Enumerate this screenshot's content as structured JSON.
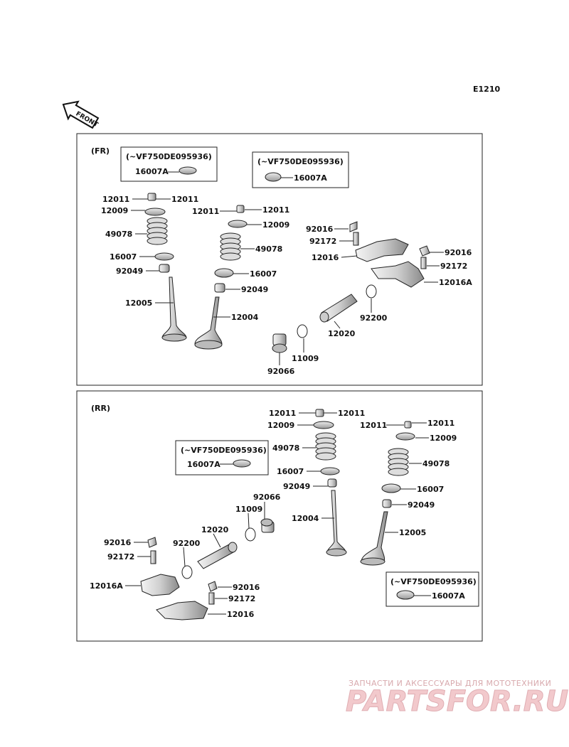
{
  "diagram_code": "E1210",
  "front_label": "FRONT",
  "fr": {
    "section_label": "(FR)",
    "notes": [
      {
        "serial": "(~VF750DE095936)",
        "part": "16007A"
      },
      {
        "serial": "(~VF750DE095936)",
        "part": "16007A"
      }
    ],
    "labels": {
      "a12011a": "12011",
      "a12011b": "12011",
      "a12009": "12009",
      "a49078": "49078",
      "a16007": "16007",
      "a92049": "92049",
      "a12005": "12005",
      "b12011a": "12011",
      "b12011b": "12011",
      "b12009": "12009",
      "b49078": "49078",
      "b16007": "16007",
      "b92049": "92049",
      "b12004": "12004",
      "r92016a": "92016",
      "r92172a": "92172",
      "r12016": "12016",
      "r92016b": "92016",
      "r92172b": "92172",
      "r12016A": "12016A",
      "r92200": "92200",
      "r12020": "12020",
      "r11009": "11009",
      "r92066": "92066"
    }
  },
  "rr": {
    "section_label": "(RR)",
    "notes": [
      {
        "serial": "(~VF750DE095936)",
        "part": "16007A"
      },
      {
        "serial": "(~VF750DE095936)",
        "part": "16007A"
      }
    ],
    "labels": {
      "c12011a": "12011",
      "c12011b": "12011",
      "c12009": "12009",
      "c49078": "49078",
      "c16007": "16007",
      "c92049": "92049",
      "c12004": "12004",
      "d12011a": "12011",
      "d12011b": "12011",
      "d12009": "12009",
      "d49078": "49078",
      "d16007": "16007",
      "d92049": "92049",
      "d12005": "12005",
      "s92066": "92066",
      "s11009": "11009",
      "s12020": "12020",
      "s92200": "92200",
      "s92016a": "92016",
      "s92172a": "92172",
      "s12016A": "12016A",
      "s92016b": "92016",
      "s92172b": "92172",
      "s12016": "12016"
    }
  },
  "watermark": {
    "tagline": "ЗАПЧАСТИ И АКСЕССУАРЫ ДЛЯ МОТОТЕХНИКИ",
    "brand": "PARTSFOR.RU"
  }
}
